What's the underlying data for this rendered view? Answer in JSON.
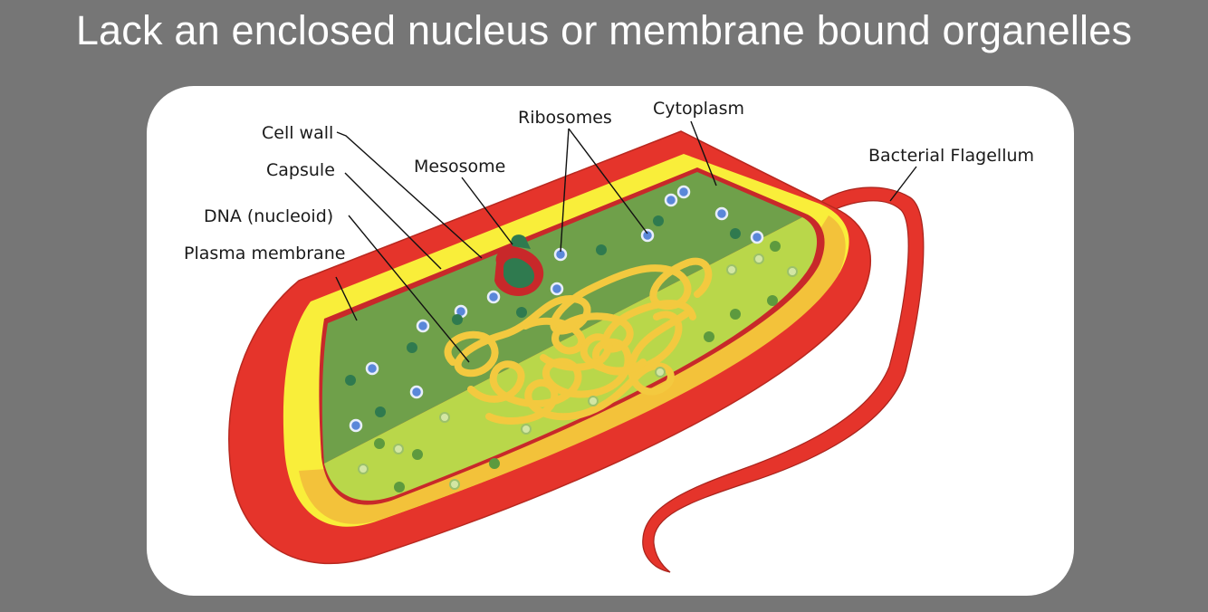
{
  "title": "Lack an enclosed nucleus or membrane bound organelles",
  "diagram": {
    "labels": {
      "cell_wall": "Cell wall",
      "capsule": "Capsule",
      "dna": "DNA (nucleoid)",
      "plasma_membrane": "Plasma membrane",
      "mesosome": "Mesosome",
      "ribosomes": "Ribosomes",
      "cytoplasm": "Cytoplasm",
      "flagellum": "Bacterial Flagellum"
    },
    "colors": {
      "background": "#767676",
      "panel": "#ffffff",
      "capsule": "#e5342b",
      "cell_wall": "#f9ee3a",
      "plasma_membrane": "#c8282a",
      "cytoplasm_dark": "#6fa04a",
      "cytoplasm_light": "#b9d74a",
      "dna": "#f3c93f",
      "ribosome": "#5a87d9"
    }
  }
}
